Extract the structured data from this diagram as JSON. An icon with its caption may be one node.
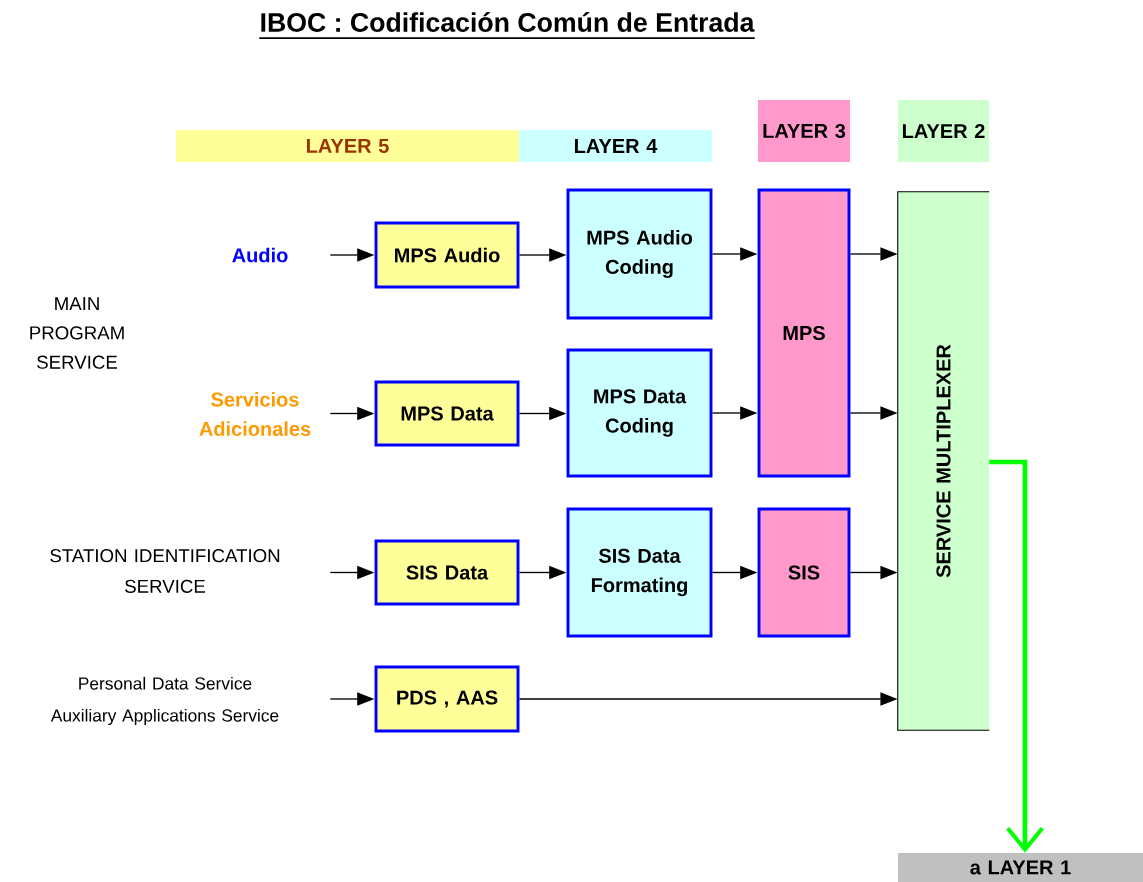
{
  "diagram": {
    "title": "IBOC : Codificación Común de Entrada",
    "nodes": [
      {
        "text": [
          "LAYER 5"
        ]
      },
      {
        "text": [
          "LAYER 4"
        ]
      },
      {
        "text": [
          "LAYER 3"
        ]
      },
      {
        "text": [
          "LAYER 2"
        ]
      },
      {
        "text": [
          "Audio"
        ]
      },
      {
        "text": [
          "MPS Audio"
        ]
      },
      {
        "text": [
          "MPS Audio Coding"
        ]
      },
      {
        "text": [
          "Servicios Adicionales"
        ]
      },
      {
        "text": [
          "MPS Data"
        ]
      },
      {
        "text": [
          "MPS Data Coding"
        ]
      },
      {
        "text": [
          "MPS"
        ]
      },
      {
        "text": [
          "STATION IDENTIFICATION SERVICE"
        ]
      },
      {
        "text": [
          "SIS Data"
        ]
      },
      {
        "text": [
          "SIS Data Formating"
        ]
      },
      {
        "text": [
          "SIS"
        ]
      },
      {
        "text": [
          "Personal Data Service",
          "Auxiliary Applications Service"
        ]
      },
      {
        "text": [
          "PDS , AAS"
        ]
      },
      {
        "text": [
          "SERVICE MULTIPLEXER"
        ]
      },
      {
        "text": [
          "a  LAYER 1"
        ]
      }
    ],
    "edges": [
      {
        "from": 4,
        "to": 5,
        "arrow": "to"
      },
      {
        "from": 5,
        "to": 6,
        "arrow": "to"
      },
      {
        "from": 6,
        "to": 10,
        "arrow": "to"
      },
      {
        "from": 10,
        "to": 17,
        "arrow": "to"
      },
      {
        "from": 7,
        "to": 8,
        "arrow": "to"
      },
      {
        "from": 8,
        "to": 9,
        "arrow": "to"
      },
      {
        "from": 9,
        "to": 10,
        "arrow": "to"
      },
      {
        "from": 10,
        "to": 17,
        "arrow": "to"
      },
      {
        "from": 11,
        "to": 12,
        "arrow": "to"
      },
      {
        "from": 12,
        "to": 13,
        "arrow": "to"
      },
      {
        "from": 13,
        "to": 14,
        "arrow": "to"
      },
      {
        "from": 14,
        "to": 17,
        "arrow": "to"
      },
      {
        "from": 15,
        "to": 16,
        "arrow": "to"
      },
      {
        "from": 16,
        "to": 17,
        "arrow": "to"
      },
      {
        "from": 17,
        "to": 18,
        "arrow": "to",
        "style": "thick",
        "color": "#00ff00"
      }
    ],
    "labels": [
      "MAIN PROGRAM SERVICE"
    ]
  }
}
